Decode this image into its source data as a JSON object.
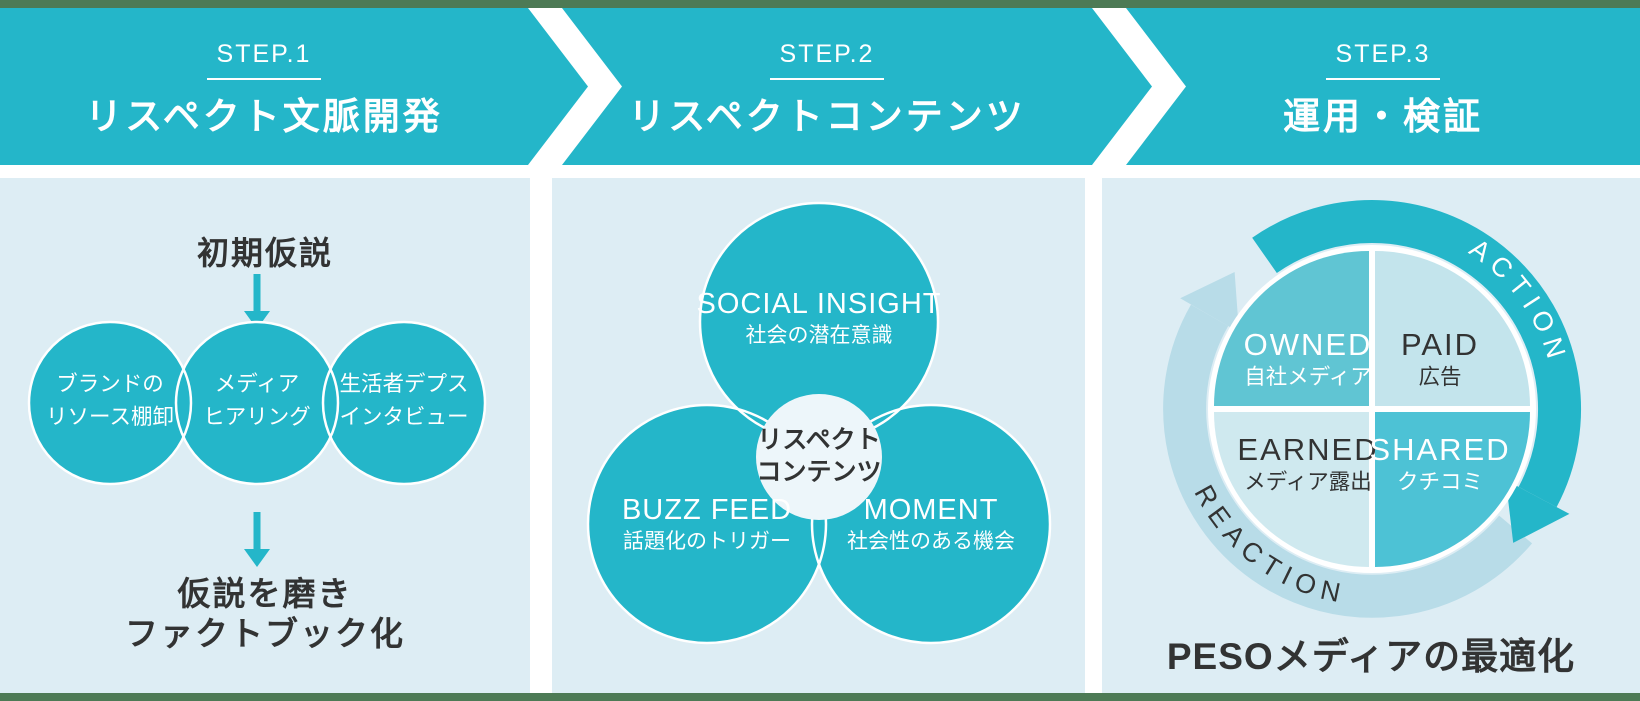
{
  "colors": {
    "teal": "#24b6c9",
    "panel_bg": "#ddedf4",
    "accent_strip_green": "#4d7a55",
    "dark_text": "#323333",
    "ring_light": "#b8dce8",
    "quad_owned": "#60c5d3",
    "quad_paid": "#c3e4ec",
    "quad_earned": "#cfe9ef",
    "quad_shared": "#4dc2d5",
    "venn_center_bg": "#edf6fa"
  },
  "header": {
    "steps": [
      {
        "step_label": "STEP.1",
        "title": "リスペクト文脈開発"
      },
      {
        "step_label": "STEP.2",
        "title": "リスペクトコンテンツ"
      },
      {
        "step_label": "STEP.3",
        "title": "運用・検証"
      }
    ]
  },
  "step1_panel": {
    "top_label": "初期仮説",
    "circles": [
      {
        "line1": "ブランドの",
        "line2": "リソース棚卸"
      },
      {
        "line1": "メディア",
        "line2": "ヒアリング"
      },
      {
        "line1": "生活者デプス",
        "line2": "インタビュー"
      }
    ],
    "bottom_label": {
      "line1": "仮説を磨き",
      "line2": "ファクトブック化"
    }
  },
  "step2_panel": {
    "venn_circles": [
      {
        "title": "SOCIAL INSIGHT",
        "subtitle": "社会の潜在意識"
      },
      {
        "title": "BUZZ FEED",
        "subtitle": "話題化のトリガー"
      },
      {
        "title": "MOMENT",
        "subtitle": "社会性のある機会"
      }
    ],
    "center_circle": {
      "line1": "リスペクト",
      "line2": "コンテンツ"
    }
  },
  "step3_panel": {
    "cycle": {
      "action_label": "ACTION",
      "reaction_label": "REACTION"
    },
    "quadrants": [
      {
        "title": "OWNED",
        "subtitle": "自社メディア"
      },
      {
        "title": "PAID",
        "subtitle": "広告"
      },
      {
        "title": "EARNED",
        "subtitle": "メディア露出"
      },
      {
        "title": "SHARED",
        "subtitle": "クチコミ"
      }
    ],
    "bottom_label": "PESOメディアの最適化"
  }
}
